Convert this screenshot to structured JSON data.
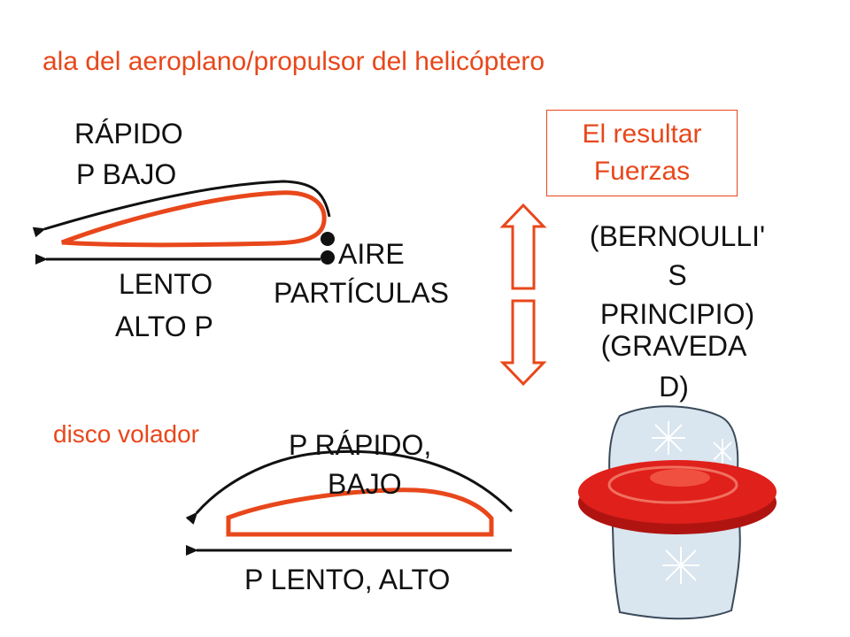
{
  "title": "ala del aeroplano/propulsor del helicóptero",
  "wing": {
    "top_line1": "RÁPIDO",
    "top_line2": "P BAJO",
    "bottom_line1": "LENTO",
    "bottom_line2": "ALTO P",
    "particles_line1": "AIRE",
    "particles_line2": "PARTÍCULAS"
  },
  "forces_box": {
    "line1": "El resultar",
    "line2": "Fuerzas"
  },
  "lift_label": {
    "line1": "(BERNOULLI'",
    "line2": "S",
    "line3": "PRINCIPIO)"
  },
  "gravity_label": {
    "line1": "(GRAVEDA",
    "line2": "D)"
  },
  "disc": {
    "heading": "disco volador",
    "top_line1": "P RÁPIDO,",
    "top_line2": "BAJO",
    "bottom": "P LENTO, ALTO"
  },
  "colors": {
    "accent": "#e8471b",
    "ink": "#111111",
    "frisbee": "#e0201b",
    "snow_bg": "#d9e5ef"
  }
}
